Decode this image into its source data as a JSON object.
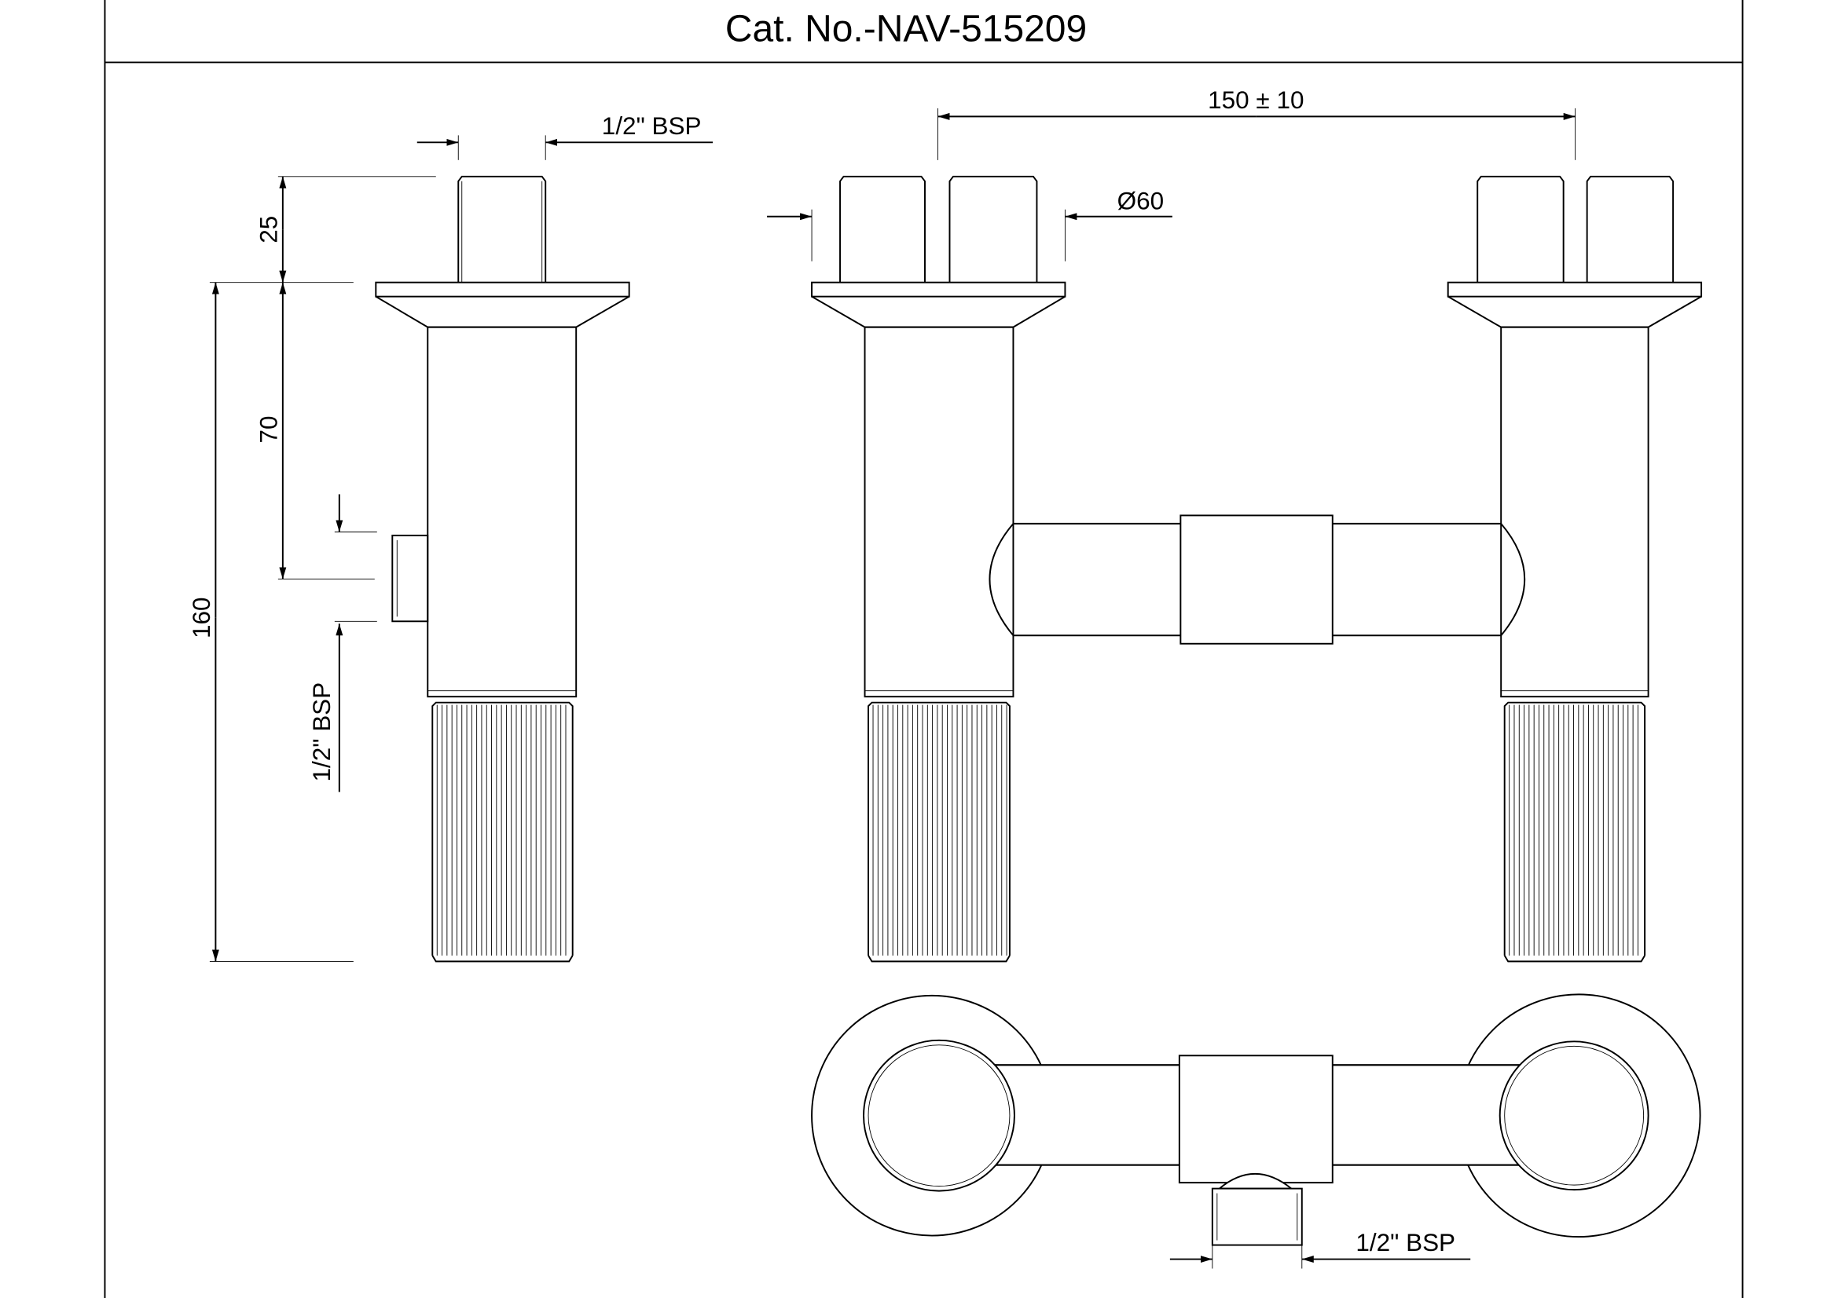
{
  "title": "Cat. No.-NAV-515209",
  "dimensions": {
    "side_top_thread": "1/2\" BSP",
    "height_top": "25",
    "height_mid": "70",
    "height_total": "160",
    "side_outlet_thread": "1/2\" BSP",
    "centers": "150 ± 10",
    "flange_diameter": "Ø60",
    "bottom_outlet_thread": "1/2\" BSP"
  }
}
